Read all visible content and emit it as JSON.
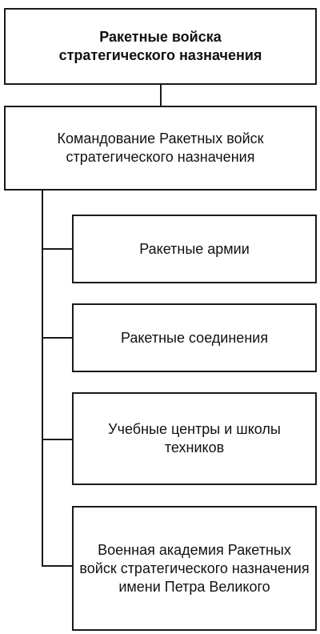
{
  "diagram": {
    "root": {
      "label": "Ракетные войска стратегического назначения"
    },
    "command": {
      "label": "Командование Ракетных войск стратегического назначения"
    },
    "children": [
      {
        "label": "Ракетные армии"
      },
      {
        "label": "Ракетные соединения"
      },
      {
        "label": "Учебные центры и школы техников"
      },
      {
        "label": "Военная академия Ракетных войск стратегического назначения имени Петра Великого"
      }
    ],
    "colors": {
      "line": "#1a1a1a",
      "box_border": "#1a1a1a",
      "background": "#ffffff",
      "text": "#111111"
    }
  }
}
